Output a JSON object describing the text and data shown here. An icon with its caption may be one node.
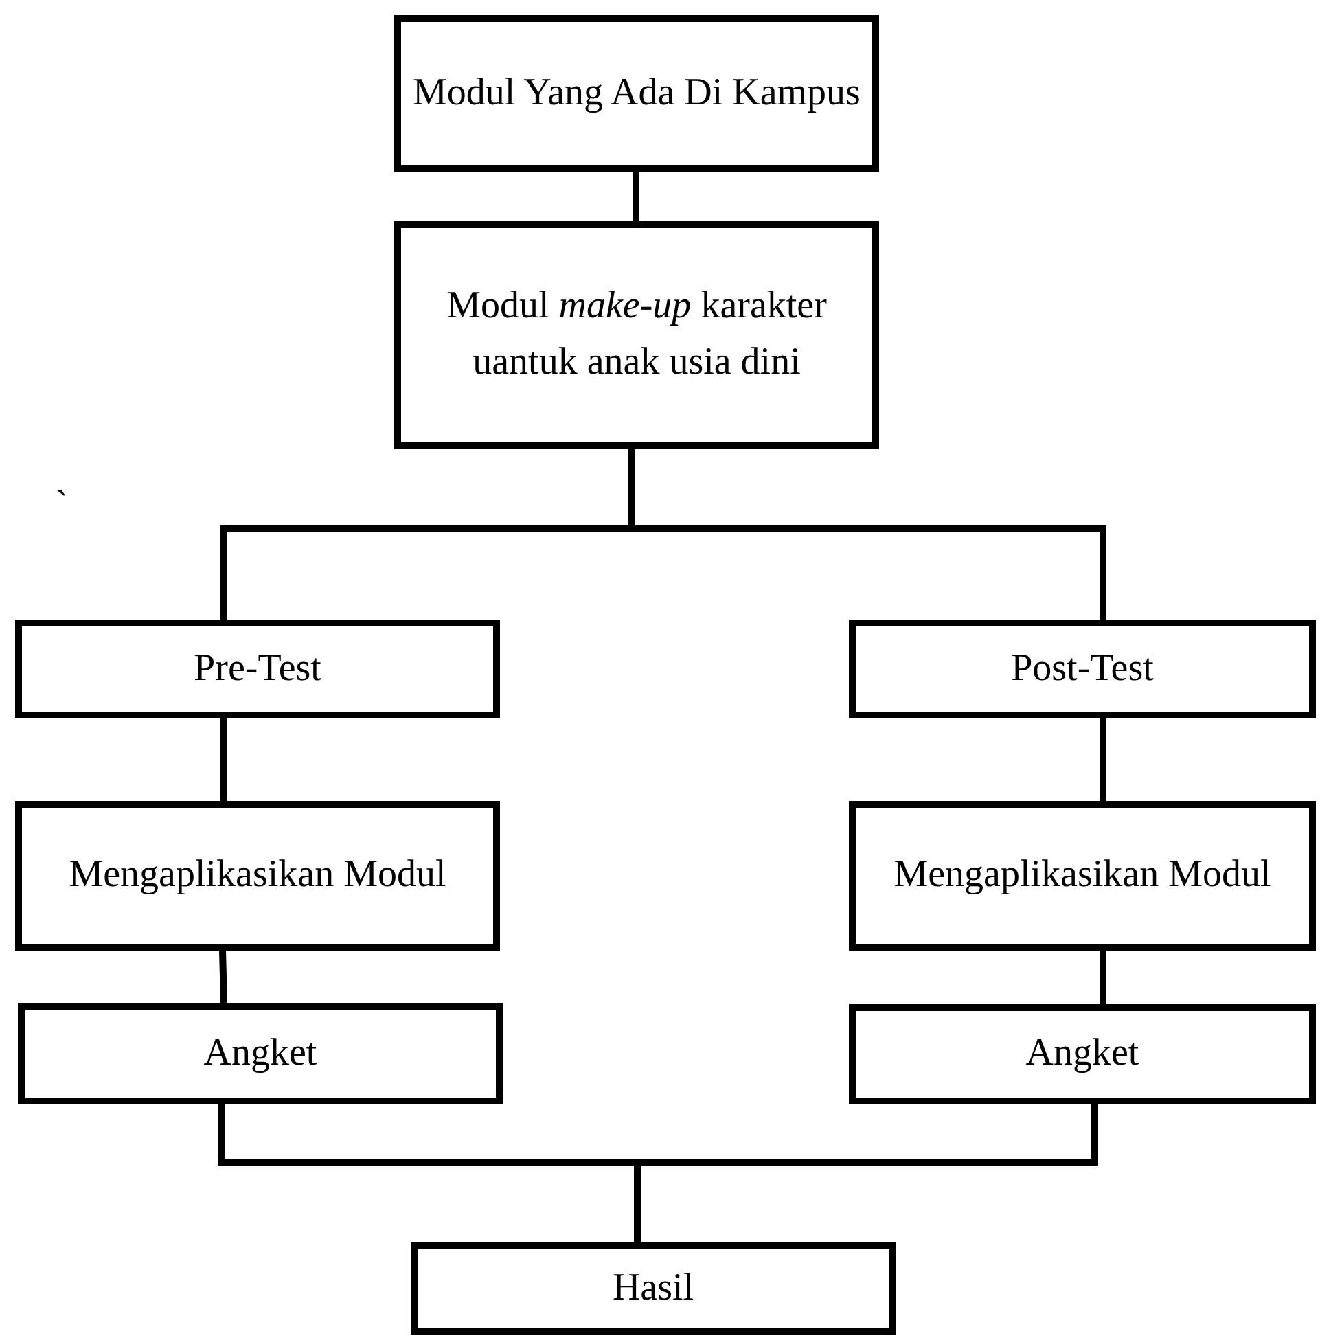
{
  "diagram": {
    "nodes": [
      {
        "text": [
          "Modul Yang Ada Di Kampus"
        ]
      },
      {
        "text": [
          "Modul *make-up* karakter uantuk anak usia dini"
        ]
      },
      {
        "text": [
          "Pre-Test"
        ]
      },
      {
        "text": [
          "Post-Test"
        ]
      },
      {
        "text": [
          "Mengaplikasikan Modul"
        ]
      },
      {
        "text": [
          "Mengaplikasikan Modul"
        ]
      },
      {
        "text": [
          "Angket"
        ]
      },
      {
        "text": [
          "Angket"
        ]
      },
      {
        "text": [
          "Hasil"
        ]
      }
    ],
    "edges": [
      {
        "from": 0,
        "to": 1,
        "arrow": "none"
      },
      {
        "from": 1,
        "to": 2,
        "arrow": "none"
      },
      {
        "from": 1,
        "to": 3,
        "arrow": "none"
      },
      {
        "from": 2,
        "to": 4,
        "arrow": "none"
      },
      {
        "from": 3,
        "to": 5,
        "arrow": "none"
      },
      {
        "from": 4,
        "to": 6,
        "arrow": "none"
      },
      {
        "from": 5,
        "to": 7,
        "arrow": "none"
      },
      {
        "from": 6,
        "to": 8,
        "arrow": "none"
      },
      {
        "from": 7,
        "to": 8,
        "arrow": "none"
      }
    ],
    "labels": [
      "`"
    ]
  }
}
